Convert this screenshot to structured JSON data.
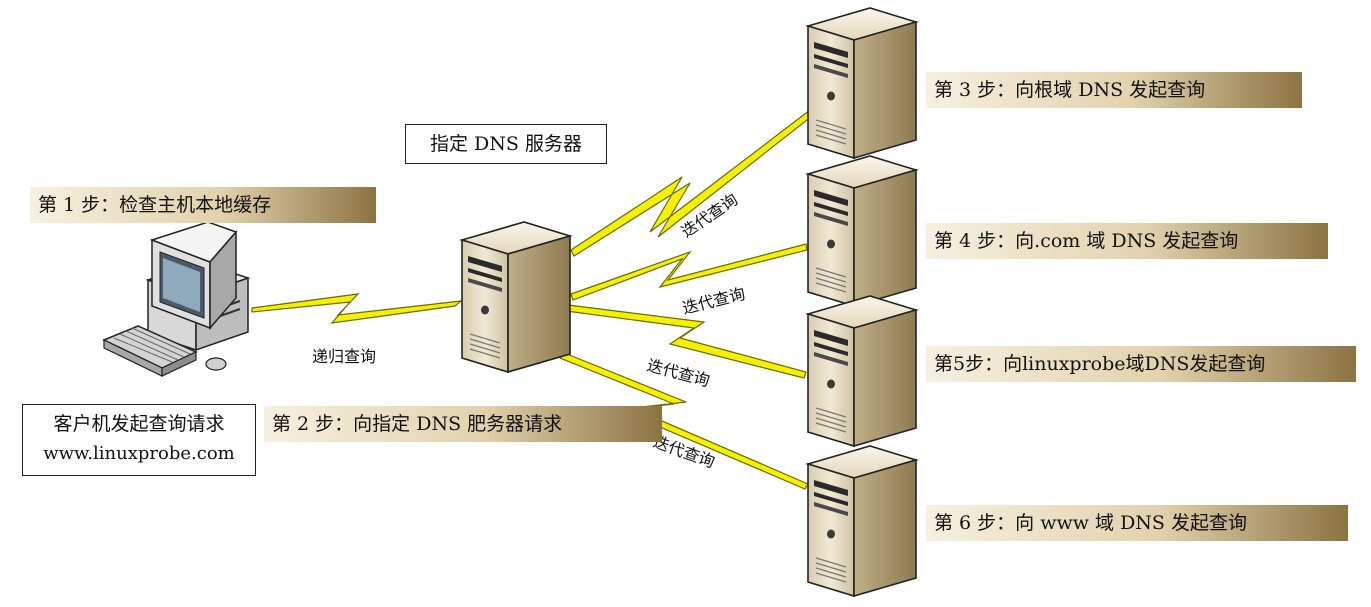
{
  "title_box": "指定 DNS 服务器",
  "client": {
    "request_line1": "客户机发起查询请求",
    "request_line2": "www.linuxprobe.com"
  },
  "links": {
    "recursive": "递归查询",
    "iterative": "迭代查询"
  },
  "steps": [
    "第 1 步：检查主机本地缓存",
    "第 2 步：向指定 DNS 肥务器请求",
    "第 3 步：向根域 DNS 发起查询",
    "第 4 步：向.com 域 DNS 发起查询",
    "第5步：向linuxprobe域DNS发起查询",
    "第 6 步：向 www 域 DNS 发起查询"
  ],
  "colors": {
    "bolt_fill": "#f4f000",
    "bolt_stroke": "#6a6a00",
    "server_body": "#e8dcc0",
    "banner_dark": "#8c7342"
  }
}
